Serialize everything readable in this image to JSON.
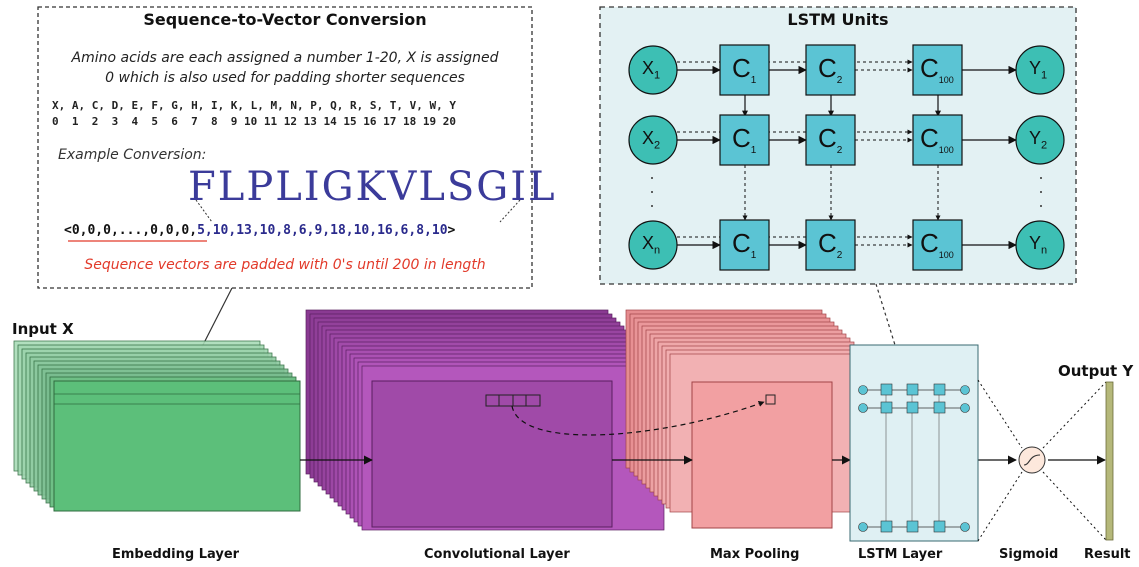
{
  "seq_box": {
    "title": "Sequence-to-Vector Conversion",
    "desc_line1": "Amino acids are each assigned a number 1-20, X is assigned",
    "desc_line2": "0 which is also used for padding shorter sequences",
    "letters": "X, A, C, D, E, F, G, H, I, K, L, M, N, P, Q, R, S, T, V, W, Y",
    "numbers": "0  1  2  3  4  5  6  7  8  9 10 11 12 13 14 15 16 17 18 19 20",
    "example_label": "Example Conversion:",
    "protein": "FLPLIGKVLSGIL",
    "vector_padding": "<0,0,0,...,0,0,0,",
    "vector_values": "5,10,13,10,8,6,9,18,10,16,6,8,10",
    "vector_end": ">",
    "pad_note": "Sequence vectors are padded with 0's until 200 in length"
  },
  "lstm_box": {
    "title": "LSTM Units",
    "rows": [
      {
        "x": "X",
        "x_sub": "1",
        "y": "Y",
        "y_sub": "1"
      },
      {
        "x": "X",
        "x_sub": "2",
        "y": "Y",
        "y_sub": "2"
      },
      {
        "x": "X",
        "x_sub": "n",
        "y": "Y",
        "y_sub": "n"
      }
    ],
    "cells": [
      {
        "label": "C",
        "sub": "1"
      },
      {
        "label": "C",
        "sub": "2"
      },
      {
        "label": "C",
        "sub": "100"
      }
    ]
  },
  "labels": {
    "input": "Input X",
    "output": "Output Y",
    "embedding": "Embedding Layer",
    "convolutional": "Convolutional Layer",
    "max_pooling": "Max Pooling",
    "lstm_layer": "LSTM Layer",
    "sigmoid": "Sigmoid",
    "result": "Result"
  },
  "colors": {
    "embedding": "#5cbf7a",
    "convolutional": "#a04aa8",
    "max_pooling": "#f2a0a2",
    "lstm_cell": "#5bc4d4",
    "lstm_panel": "#dff0f3",
    "sigmoid": "#fde8dc",
    "result_bar": "#b5b87a",
    "pad_note": "#e23a2a"
  }
}
